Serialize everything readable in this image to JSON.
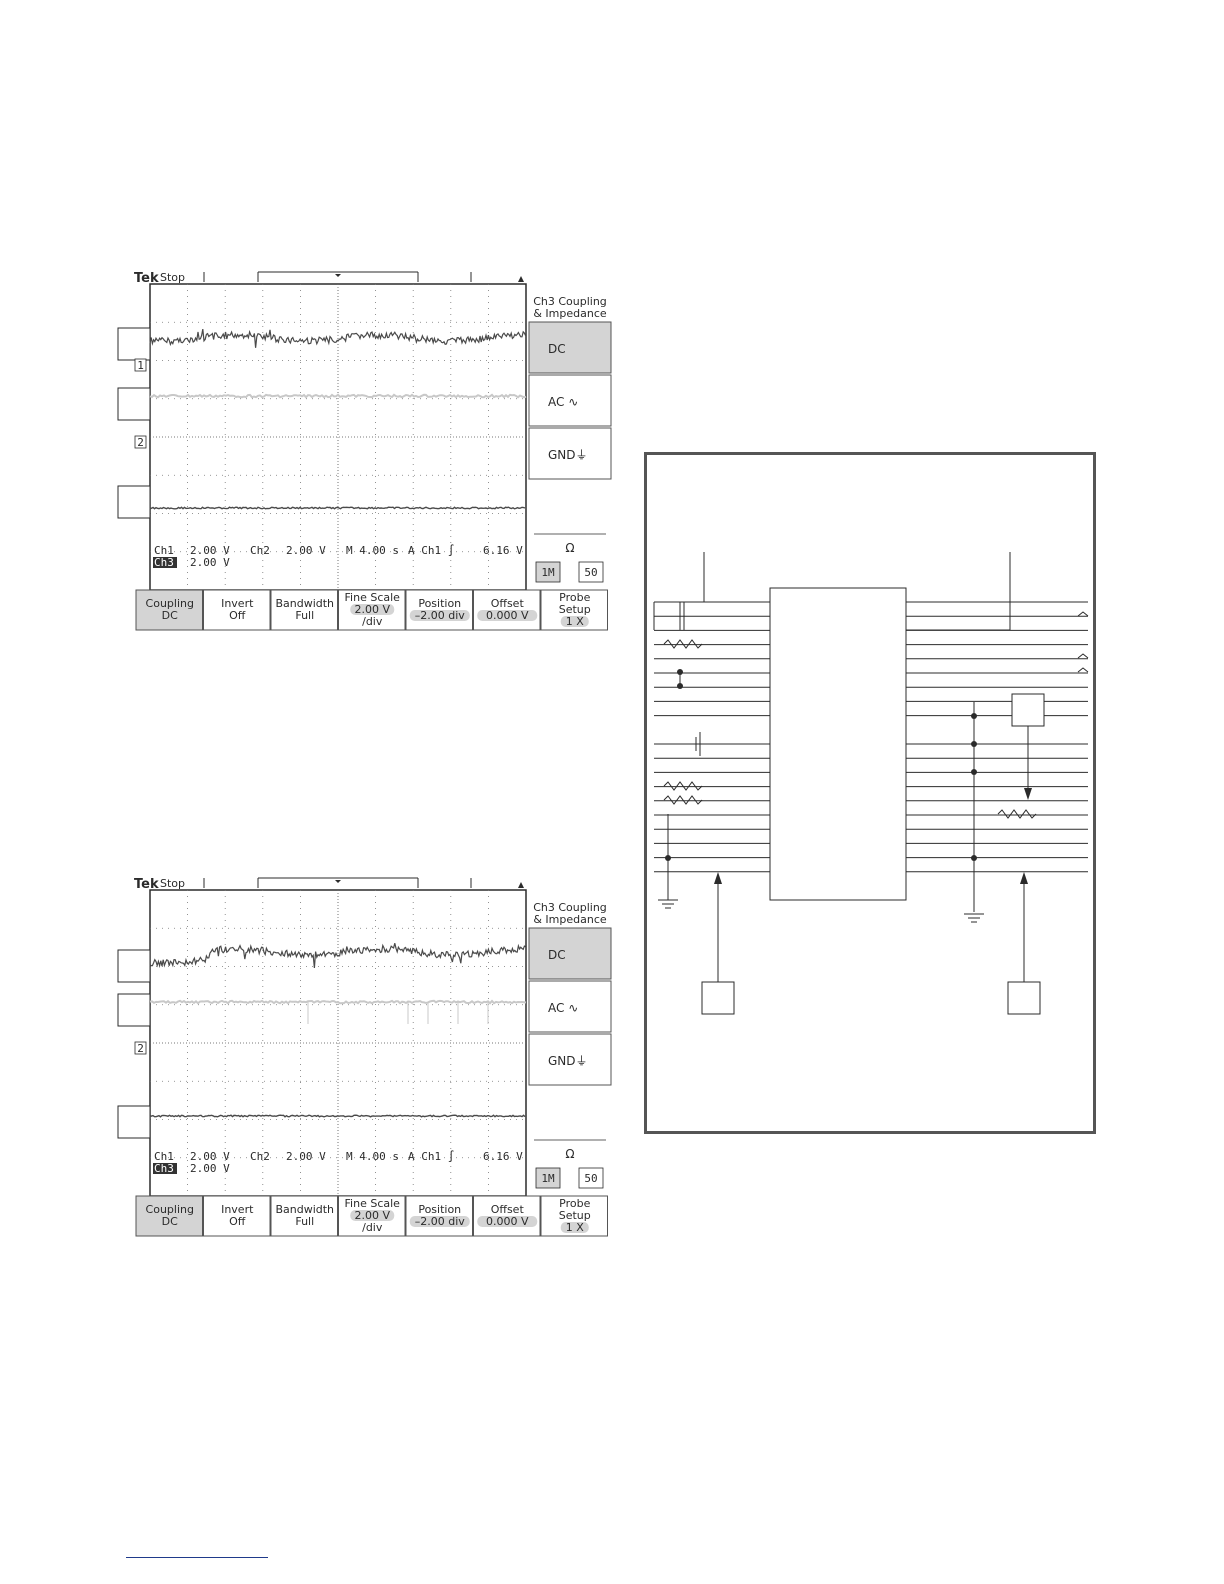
{
  "scopes": [
    {
      "brand": "Tek",
      "status": "Stop",
      "side_title_line1": "Ch3 Coupling",
      "side_title_line2": "& Impedance",
      "side_buttons": [
        "DC",
        "AC ∿",
        "GND⏚"
      ],
      "ohm_symbol": "Ω",
      "impedance_options": [
        "1M",
        "50"
      ],
      "readout": {
        "ch1_label": "Ch1",
        "ch1_scale": "2.00 V",
        "ch2_label": "Ch2",
        "ch2_scale": "2.00 V",
        "ch3_label": "Ch3",
        "ch3_scale": "2.00 V",
        "timebase": "M 4.00 s",
        "trigger": "A  Ch1  ∫",
        "trigger_level": "6.16 V"
      },
      "marker1": "1",
      "marker2": "2",
      "bottom_menu": [
        {
          "line1": "Coupling",
          "line2": "DC"
        },
        {
          "line1": "Invert",
          "line2": "Off"
        },
        {
          "line1": "Bandwidth",
          "line2": "Full"
        },
        {
          "line1": "Fine Scale",
          "line2": "2.00 V",
          "line3": "/div"
        },
        {
          "line1": "Position",
          "line2": "–2.00 div"
        },
        {
          "line1": "Offset",
          "line2": "0.000 V"
        },
        {
          "line1": "Probe",
          "line2": "Setup",
          "line3": "1 X"
        }
      ]
    },
    {
      "brand": "Tek",
      "status": "Stop",
      "side_title_line1": "Ch3 Coupling",
      "side_title_line2": "& Impedance",
      "side_buttons": [
        "DC",
        "AC ∿",
        "GND⏚"
      ],
      "ohm_symbol": "Ω",
      "impedance_options": [
        "1M",
        "50"
      ],
      "readout": {
        "ch1_label": "Ch1",
        "ch1_scale": "2.00 V",
        "ch2_label": "Ch2",
        "ch2_scale": "2.00 V",
        "ch3_label": "Ch3",
        "ch3_scale": "2.00 V",
        "timebase": "M 4.00 s",
        "trigger": "A  Ch1  ∫",
        "trigger_level": "6.16 V"
      },
      "marker1": "",
      "marker2": "2",
      "bottom_menu": [
        {
          "line1": "Coupling",
          "line2": "DC"
        },
        {
          "line1": "Invert",
          "line2": "Off"
        },
        {
          "line1": "Bandwidth",
          "line2": "Full"
        },
        {
          "line1": "Fine Scale",
          "line2": "2.00 V",
          "line3": "/div"
        },
        {
          "line1": "Position",
          "line2": "–2.00 div"
        },
        {
          "line1": "Offset",
          "line2": "0.000 V"
        },
        {
          "line1": "Probe",
          "line2": "Setup",
          "line3": "1 X"
        }
      ]
    }
  ],
  "colors": {
    "ink": "#2b2b2b",
    "trace_dark": "#4a4a4a",
    "trace_light": "#c8c8c8",
    "button_active": "#d4d4d4",
    "border": "#555555",
    "footer_rule": "#1f3a8a"
  }
}
